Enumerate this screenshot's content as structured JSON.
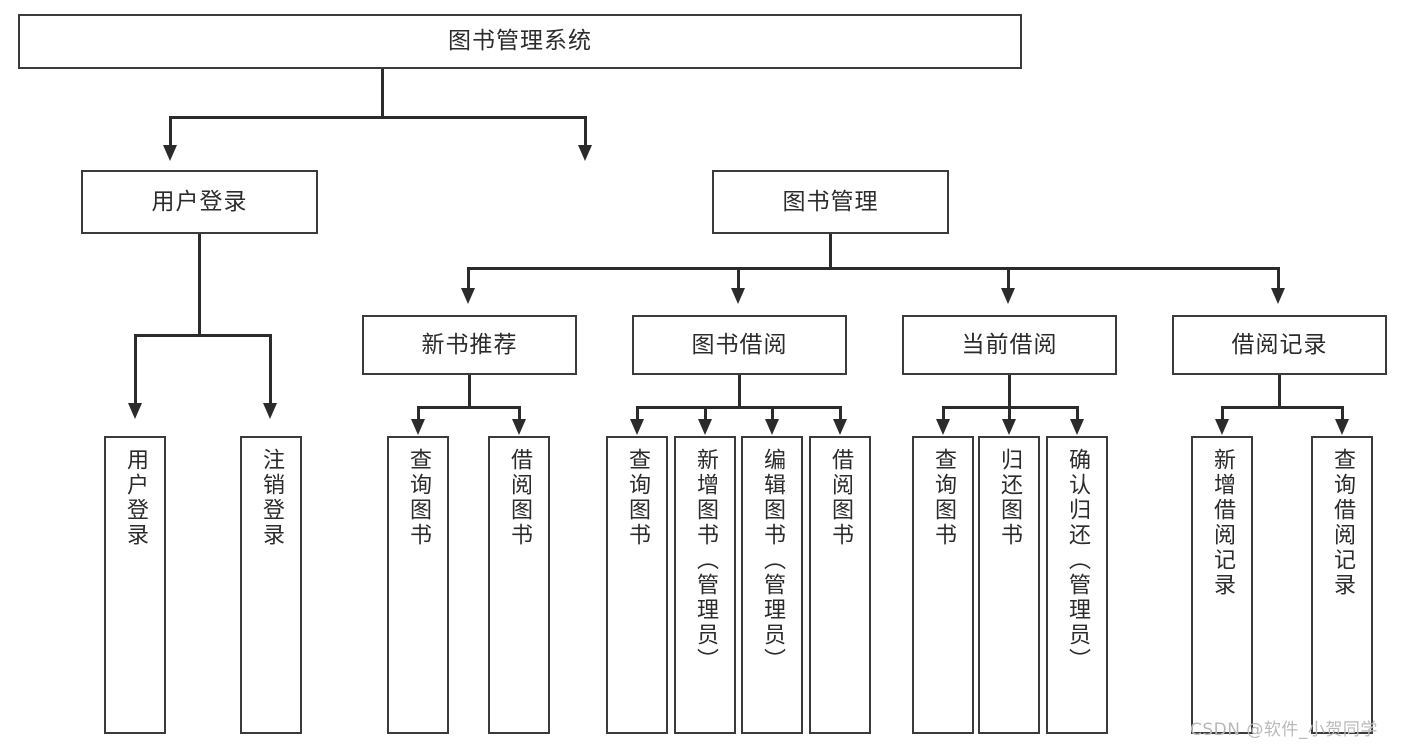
{
  "diagram": {
    "title": "图书管理系统",
    "type": "tree-hierarchy-diagram",
    "root": {
      "label": "图书管理系统"
    },
    "level2": [
      {
        "label": "用户登录"
      },
      {
        "label": "图书管理"
      }
    ],
    "level3": [
      {
        "label": "新书推荐"
      },
      {
        "label": "图书借阅"
      },
      {
        "label": "当前借阅"
      },
      {
        "label": "借阅记录"
      }
    ],
    "leaves": {
      "user_login": [
        {
          "label": "用户登录"
        },
        {
          "label": "注销登录"
        }
      ],
      "new_book_recommend": [
        {
          "label": "查询图书"
        },
        {
          "label": "借阅图书"
        }
      ],
      "book_borrow": [
        {
          "label": "查询图书"
        },
        {
          "label": "新增图书（管理员）"
        },
        {
          "label": "编辑图书（管理员）"
        },
        {
          "label": "借阅图书"
        }
      ],
      "current_borrow": [
        {
          "label": "查询图书"
        },
        {
          "label": "归还图书"
        },
        {
          "label": "确认归还（管理员）"
        }
      ],
      "borrow_record": [
        {
          "label": "新增借阅记录"
        },
        {
          "label": "查询借阅记录"
        }
      ]
    },
    "watermark": "CSDN @软件_小贺同学",
    "colors": {
      "border": "#3b3b3b",
      "line": "#2b2b2b",
      "text": "#2b2b2b",
      "background": "#ffffff",
      "watermark": "#b9b9b9"
    }
  }
}
